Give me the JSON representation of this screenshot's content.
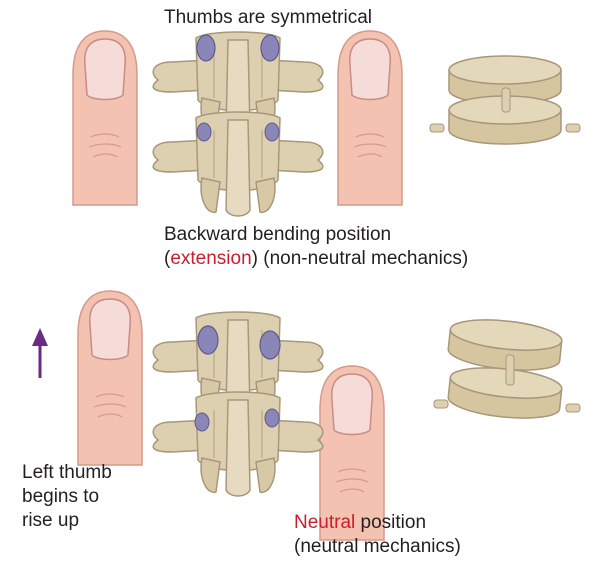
{
  "top": {
    "title": "Thumbs are symmetrical",
    "caption_line1": "Backward bending position",
    "caption_open": "(",
    "caption_keyword": "extension",
    "caption_rest": ") (non-neutral mechanics)"
  },
  "bottom": {
    "left_note_lines": [
      "Left thumb",
      "begins to",
      "rise up"
    ],
    "caption_keyword": "Neutral",
    "caption_rest": " position",
    "caption_line2": "(neutral mechanics)"
  },
  "colors": {
    "accent_red": "#c8202f",
    "arrow_purple": "#6a2a86",
    "bone": "#ddd0b0",
    "bone_shadow": "#a8977a",
    "facet_blue": "#8a87b8",
    "thumb_skin": "#f3c2b1",
    "nail": "#f6dcd9",
    "disc_top": "#e4d8ba",
    "disc_side": "#d6c6a0"
  }
}
